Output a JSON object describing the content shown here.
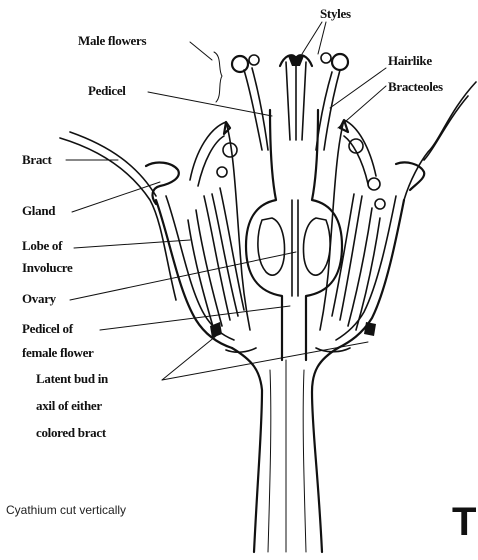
{
  "labels": {
    "male_flowers": "Male flowers",
    "styles": "Styles",
    "pedicel": "Pedicel",
    "hairlike": "Hairlike",
    "bracteoles": "Bracteoles",
    "bract": "Bract",
    "gland": "Gland",
    "lobe_of": "Lobe of",
    "involucre": "Involucre",
    "ovary": "Ovary",
    "pedicel_of": "Pedicel of",
    "female_flower": "female flower",
    "latent_bud_in": "Latent bud in",
    "axil_of_either": "axil of either",
    "colored_bract": "colored bract"
  },
  "caption": "Cyathium cut vertically",
  "corner_letter": "T",
  "colors": {
    "ink": "#111111",
    "background": "#ffffff"
  }
}
